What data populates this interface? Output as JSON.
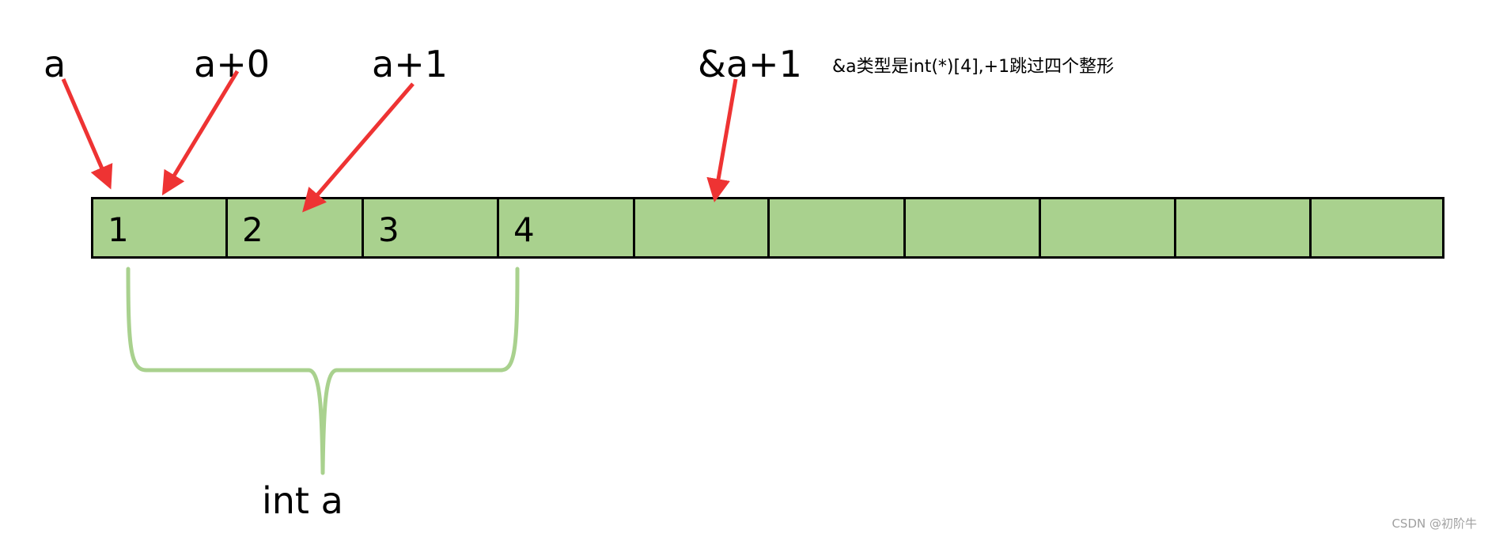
{
  "labels": {
    "a": "a",
    "a_plus_0": "a+0",
    "a_plus_1": "a+1",
    "addr_a_plus_1": "&a+1",
    "note": "&a类型是int(*)[4],+1跳过四个整形",
    "brace_label": "int a"
  },
  "cells": [
    "1",
    "2",
    "3",
    "4",
    "",
    "",
    "",
    "",
    "",
    ""
  ],
  "watermark": "CSDN @初阶牛",
  "colors": {
    "cell_fill": "#a9d18e",
    "cell_border": "#000000",
    "arrow": "#ee3333",
    "brace": "#a9d18e"
  }
}
